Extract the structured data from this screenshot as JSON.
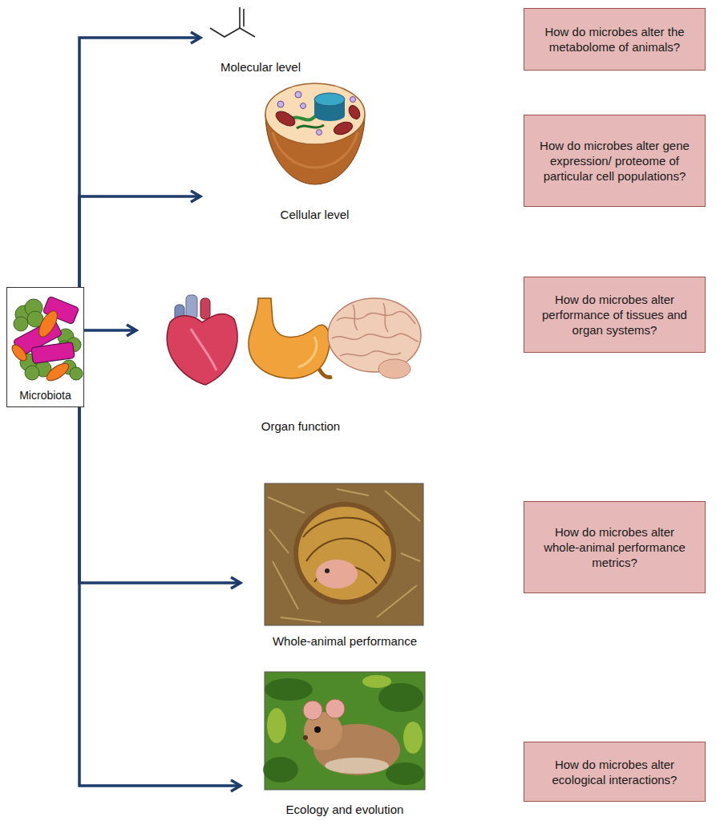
{
  "diagram": {
    "nodes": [
      {
        "text": [
          "Microbiota"
        ]
      },
      {
        "text": [
          "Molecular level"
        ]
      },
      {
        "text": [
          "Cellular level"
        ]
      },
      {
        "text": [
          "Organ function"
        ]
      },
      {
        "text": [
          "Whole-animal performance"
        ]
      },
      {
        "text": [
          "Ecology and evolution"
        ]
      },
      {
        "text": [
          "How do microbes alter the metabolome of animals?"
        ]
      },
      {
        "text": [
          "How do microbes alter gene expression/ proteome of particular cell populations?"
        ]
      },
      {
        "text": [
          "How do microbes alter performance of tissues and organ systems?"
        ]
      },
      {
        "text": [
          "How do microbes alter whole-animal performance metrics?"
        ]
      },
      {
        "text": [
          "How do microbes alter ecological interactions?"
        ]
      }
    ],
    "edges": [
      {
        "from": 0,
        "to": 1,
        "arrow": "to"
      },
      {
        "from": 0,
        "to": 2,
        "arrow": "to"
      },
      {
        "from": 0,
        "to": 3,
        "arrow": "to"
      },
      {
        "from": 0,
        "to": 4,
        "arrow": "to"
      },
      {
        "from": 0,
        "to": 5,
        "arrow": "to"
      }
    ]
  }
}
